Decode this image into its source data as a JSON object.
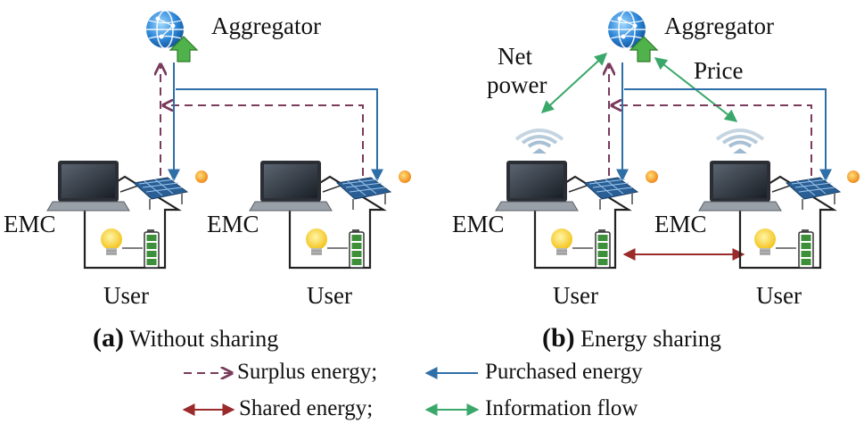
{
  "panel_a": {
    "aggregator": "Aggregator",
    "emc_left": "EMC",
    "emc_right": "EMC",
    "user_left": "User",
    "user_right": "User",
    "caption_letter": "(a)",
    "caption_text": "Without sharing"
  },
  "panel_b": {
    "aggregator": "Aggregator",
    "net_power_line1": "Net",
    "net_power_line2": "power",
    "price": "Price",
    "emc_left": "EMC",
    "emc_right": "EMC",
    "user_left": "User",
    "user_right": "User",
    "caption_letter": "(b)",
    "caption_text": "Energy sharing"
  },
  "legend": {
    "surplus": "Surplus energy;",
    "purchased": "Purchased energy",
    "shared": "Shared energy;",
    "information": "Information flow"
  },
  "colors": {
    "surplus": "#7a3b5c",
    "purchased": "#2f6fa8",
    "shared": "#9b2a2a",
    "information": "#3aa86a",
    "house": "#222222",
    "battery": "#3e8f3a",
    "panel": "#2a5f95"
  },
  "icons": [
    "globe-icon",
    "laptop-icon",
    "solar-panel-icon",
    "sun-icon",
    "bulb-icon",
    "battery-icon",
    "wifi-signal-icon",
    "arrow-up-icon"
  ]
}
